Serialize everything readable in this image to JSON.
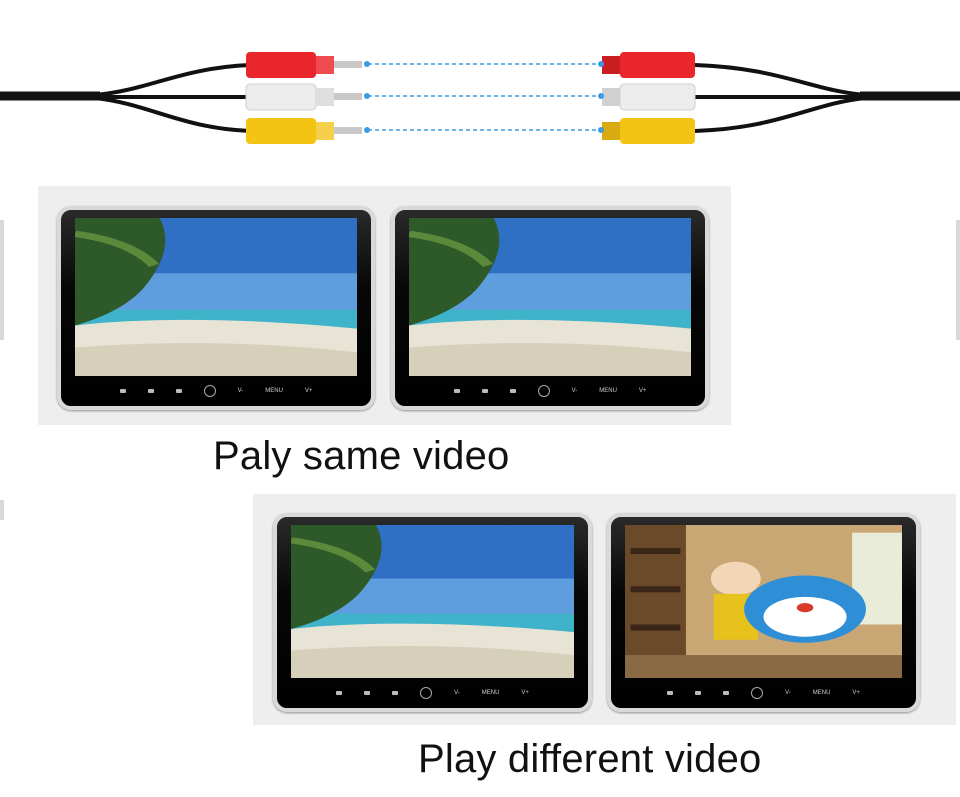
{
  "captions": {
    "same": "Paly same video",
    "different": "Play different video"
  },
  "monitor_controls": {
    "vol_minus": "V-",
    "menu": "MENU",
    "vol_plus": "V+"
  },
  "cable_colors": {
    "red": "#e8262b",
    "white": "#ececec",
    "yellow": "#f3c414",
    "dash": "#3d9be0"
  },
  "screens": [
    "beach-scene",
    "beach-scene",
    "beach-scene",
    "cartoon-scene"
  ]
}
